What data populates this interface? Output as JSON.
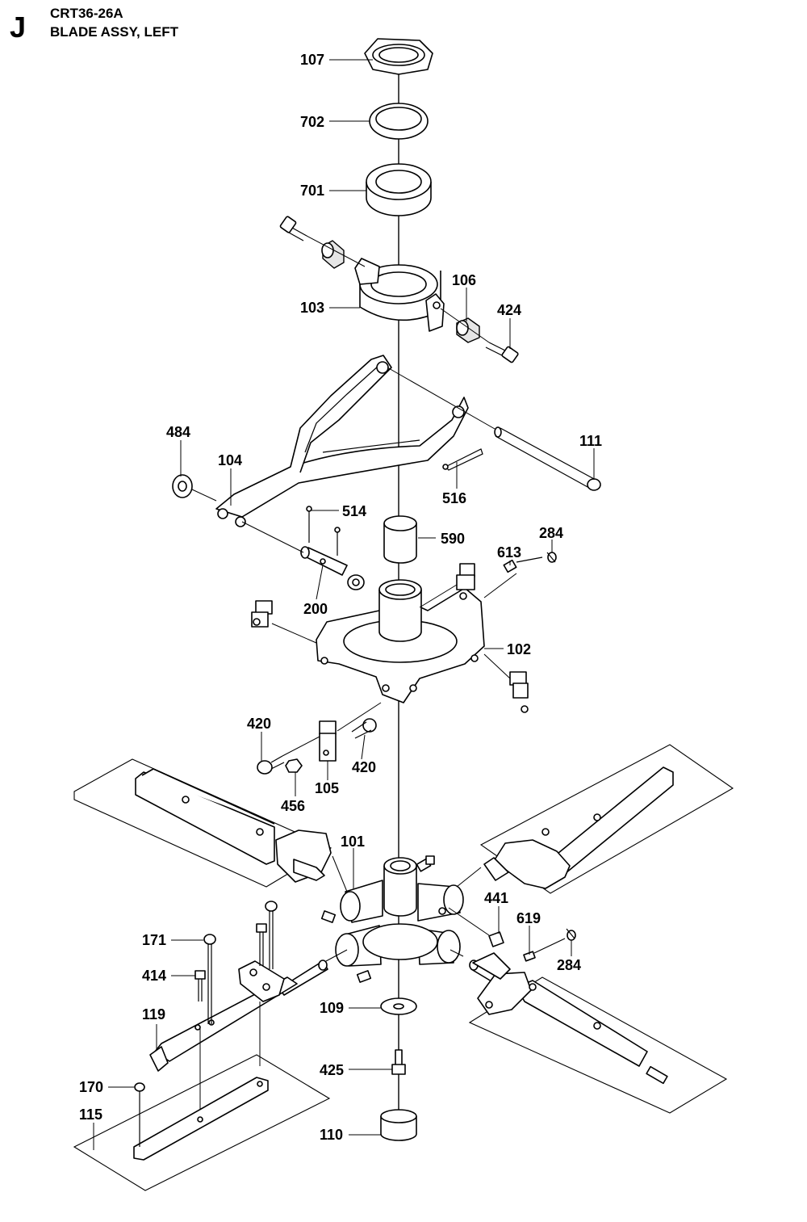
{
  "header": {
    "section_letter": "J",
    "model": "CRT36-26A",
    "title": "BLADE ASSY, LEFT"
  },
  "callouts": [
    {
      "id": "c107",
      "label": "107"
    },
    {
      "id": "c702",
      "label": "702"
    },
    {
      "id": "c701",
      "label": "701"
    },
    {
      "id": "c106",
      "label": "106"
    },
    {
      "id": "c103",
      "label": "103"
    },
    {
      "id": "c424",
      "label": "424"
    },
    {
      "id": "c484",
      "label": "484"
    },
    {
      "id": "c104",
      "label": "104"
    },
    {
      "id": "c111",
      "label": "111"
    },
    {
      "id": "c516",
      "label": "516"
    },
    {
      "id": "c514",
      "label": "514"
    },
    {
      "id": "c590",
      "label": "590"
    },
    {
      "id": "c284a",
      "label": "284"
    },
    {
      "id": "c613",
      "label": "613"
    },
    {
      "id": "c200",
      "label": "200"
    },
    {
      "id": "c102",
      "label": "102"
    },
    {
      "id": "c420a",
      "label": "420"
    },
    {
      "id": "c420b",
      "label": "420"
    },
    {
      "id": "c105",
      "label": "105"
    },
    {
      "id": "c456",
      "label": "456"
    },
    {
      "id": "c101",
      "label": "101"
    },
    {
      "id": "c441",
      "label": "441"
    },
    {
      "id": "c619",
      "label": "619"
    },
    {
      "id": "c171",
      "label": "171"
    },
    {
      "id": "c284b",
      "label": "284"
    },
    {
      "id": "c414",
      "label": "414"
    },
    {
      "id": "c109",
      "label": "109"
    },
    {
      "id": "c119",
      "label": "119"
    },
    {
      "id": "c425",
      "label": "425"
    },
    {
      "id": "c170",
      "label": "170"
    },
    {
      "id": "c115",
      "label": "115"
    },
    {
      "id": "c110",
      "label": "110"
    }
  ]
}
